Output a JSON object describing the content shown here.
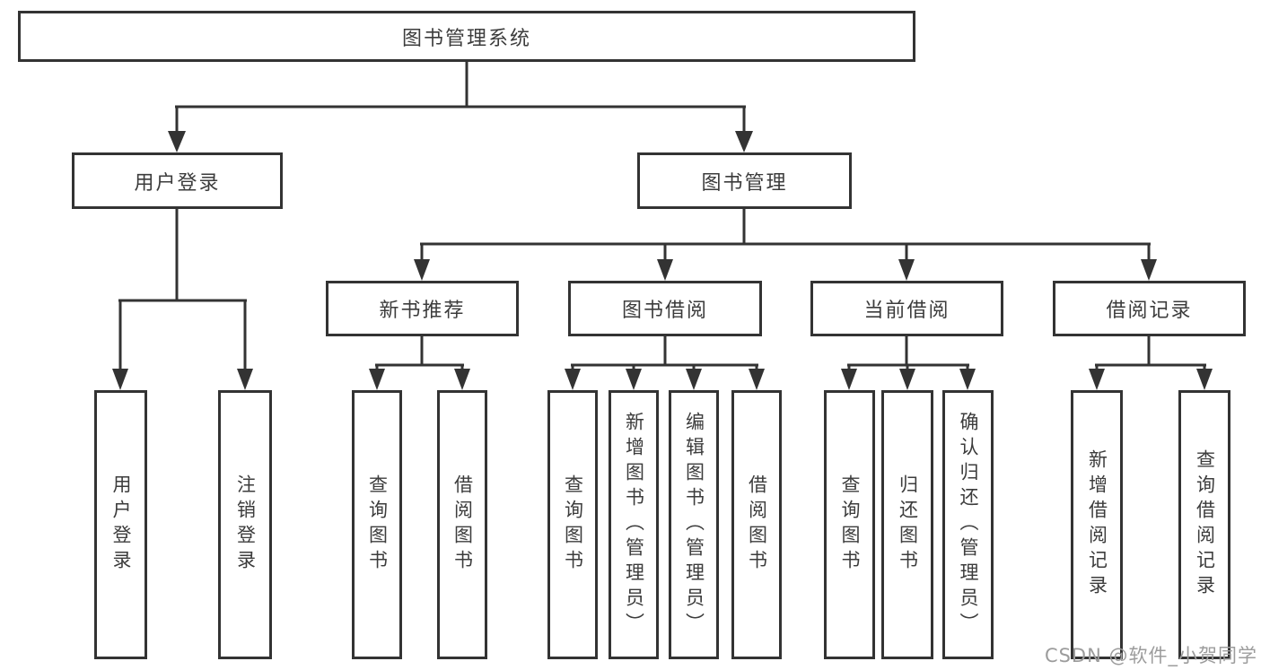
{
  "diagram": {
    "type": "hierarchy",
    "colors": {
      "background": "#ffffff",
      "line": "#333333",
      "box_border": "#333333",
      "box_fill": "#ffffff",
      "text": "#3c3c3c",
      "watermark": "#9c9c9c"
    }
  },
  "tree": {
    "root": {
      "label": "图书管理系统"
    },
    "children": [
      {
        "label": "用户登录",
        "children": [
          {
            "label": "用户登录"
          },
          {
            "label": "注销登录"
          }
        ]
      },
      {
        "label": "图书管理",
        "children": [
          {
            "label": "新书推荐",
            "children": [
              {
                "label": "查询图书"
              },
              {
                "label": "借阅图书"
              }
            ]
          },
          {
            "label": "图书借阅",
            "children": [
              {
                "label": "查询图书"
              },
              {
                "label": "新增图书（管理员）"
              },
              {
                "label": "编辑图书（管理员）"
              },
              {
                "label": "借阅图书"
              }
            ]
          },
          {
            "label": "当前借阅",
            "children": [
              {
                "label": "查询图书"
              },
              {
                "label": "归还图书"
              },
              {
                "label": "确认归还（管理员）"
              }
            ]
          },
          {
            "label": "借阅记录",
            "children": [
              {
                "label": "新增借阅记录"
              },
              {
                "label": "查询借阅记录"
              }
            ]
          }
        ]
      }
    ]
  },
  "watermark": {
    "text": "CSDN @软件_小贺同学"
  }
}
